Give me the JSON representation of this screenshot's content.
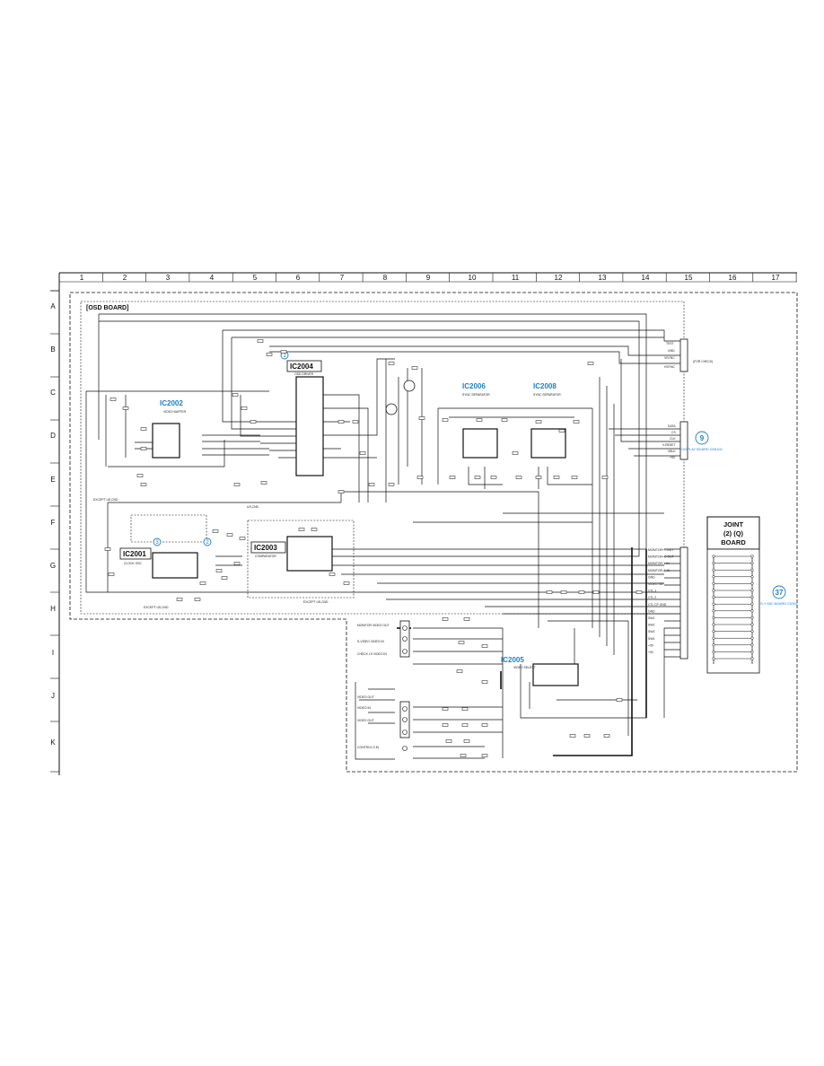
{
  "columns": [
    "1",
    "2",
    "3",
    "4",
    "5",
    "6",
    "7",
    "8",
    "9",
    "10",
    "11",
    "12",
    "13",
    "14",
    "15",
    "16",
    "17"
  ],
  "rows": [
    "A",
    "B",
    "C",
    "D",
    "E",
    "F",
    "G",
    "H",
    "I",
    "J",
    "K"
  ],
  "board_title": "[OSD BOARD]",
  "ics": [
    {
      "id": "ic2004",
      "label": "IC2004",
      "sub": "OSD DRIVER",
      "highlight": false
    },
    {
      "id": "ic2002",
      "label": "IC2002",
      "sub": "VIDEO BUFFER",
      "highlight": true
    },
    {
      "id": "ic2006",
      "label": "IC2006",
      "sub": "SYNC SEPARATOR",
      "highlight": true
    },
    {
      "id": "ic2008",
      "label": "IC2008",
      "sub": "SYNC SEPARATOR",
      "highlight": true
    },
    {
      "id": "ic2001",
      "label": "IC2001",
      "sub": "CLOCK OSC",
      "highlight": false
    },
    {
      "id": "ic2003",
      "label": "IC2003",
      "sub": "COMPARATOR",
      "highlight": false
    },
    {
      "id": "ic2005",
      "label": "IC2005",
      "sub": "VIDEO SELECT",
      "highlight": true
    }
  ],
  "joint_board": {
    "line1": "JOINT",
    "line2": "(2) (Q)",
    "line3": "BOARD"
  },
  "refs": [
    {
      "num": "9",
      "text": "DISPLAY BOARD CN5102"
    },
    {
      "num": "37",
      "text": "S-Y MIC BOARD CN301"
    }
  ],
  "markers": [
    "1",
    "2",
    "3"
  ],
  "connector_top": [
    "TEST",
    "GND",
    "VSYNC",
    "HSYNC"
  ],
  "connector_top_note": "(FOR CHECK)",
  "connector_mid": [
    "DATA",
    "CS",
    "CLK",
    "V-RESET",
    "VBLK",
    "+5V"
  ],
  "connector_joint": [
    "MONITOR+Y-OUT",
    "MONITOR+C-OUT",
    "MONITOR-Y-IN",
    "MONITOR-C-IN",
    "GND",
    "VIDEO SW",
    "CTL 1",
    "CTL 2",
    "CTL CF GND",
    "GND",
    "SW1",
    "SW2",
    "SW3",
    "SW4",
    "+5V",
    "+5V"
  ],
  "jacks": [
    "MONITOR VIDEO OUT",
    "S-VIDEO VIDEO IN",
    "CHECK LS VIDEO IN",
    "VIDEO OUT",
    "VIDEO IN",
    "VIDEO OUT",
    "CONTROL S IN"
  ],
  "notes": [
    "EXCEPT US,CND",
    "EXCEPT US,CND",
    "US,CND",
    "EXCEPT US,CND"
  ]
}
